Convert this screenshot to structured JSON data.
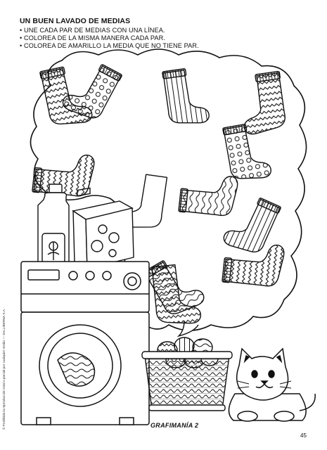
{
  "title": "UN BUEN LAVADO DE MEDIAS",
  "instructions": [
    "UNE CADA PAR DE MEDIAS CON UNA LÍNEA.",
    "COLOREA DE LA MISMA MANERA CADA PAR.",
    "COLOREA DE AMARILLO LA MEDIA QUE NO TIENE PAR."
  ],
  "side_credit": "© Prohibida la reproducción total o parcial por cualquier medio — SALLIBERNA S.A.",
  "brand": "GRAFIMANÍA 2",
  "page_number": "45",
  "colors": {
    "ink": "#111111",
    "paper": "#ffffff"
  },
  "scene": {
    "socks": [
      {
        "name": "sock-zigzag-top-left",
        "pattern": "zigzag"
      },
      {
        "name": "sock-polka-dot-top",
        "pattern": "dots"
      },
      {
        "name": "sock-striped-top",
        "pattern": "stripes"
      },
      {
        "name": "sock-zigzag-top-right",
        "pattern": "zigzag"
      },
      {
        "name": "sock-polka-dot-right",
        "pattern": "dots"
      },
      {
        "name": "sock-zigzag-left",
        "pattern": "zigzag"
      },
      {
        "name": "sock-plain-center",
        "pattern": "plain"
      },
      {
        "name": "sock-wavy-center",
        "pattern": "waves"
      },
      {
        "name": "sock-striped-right",
        "pattern": "stripes"
      },
      {
        "name": "sock-wavy-lower",
        "pattern": "waves"
      },
      {
        "name": "sock-zigzag-lower",
        "pattern": "zigzag"
      },
      {
        "name": "sock-zigzag-bottom-right",
        "pattern": "zigzag"
      }
    ]
  }
}
